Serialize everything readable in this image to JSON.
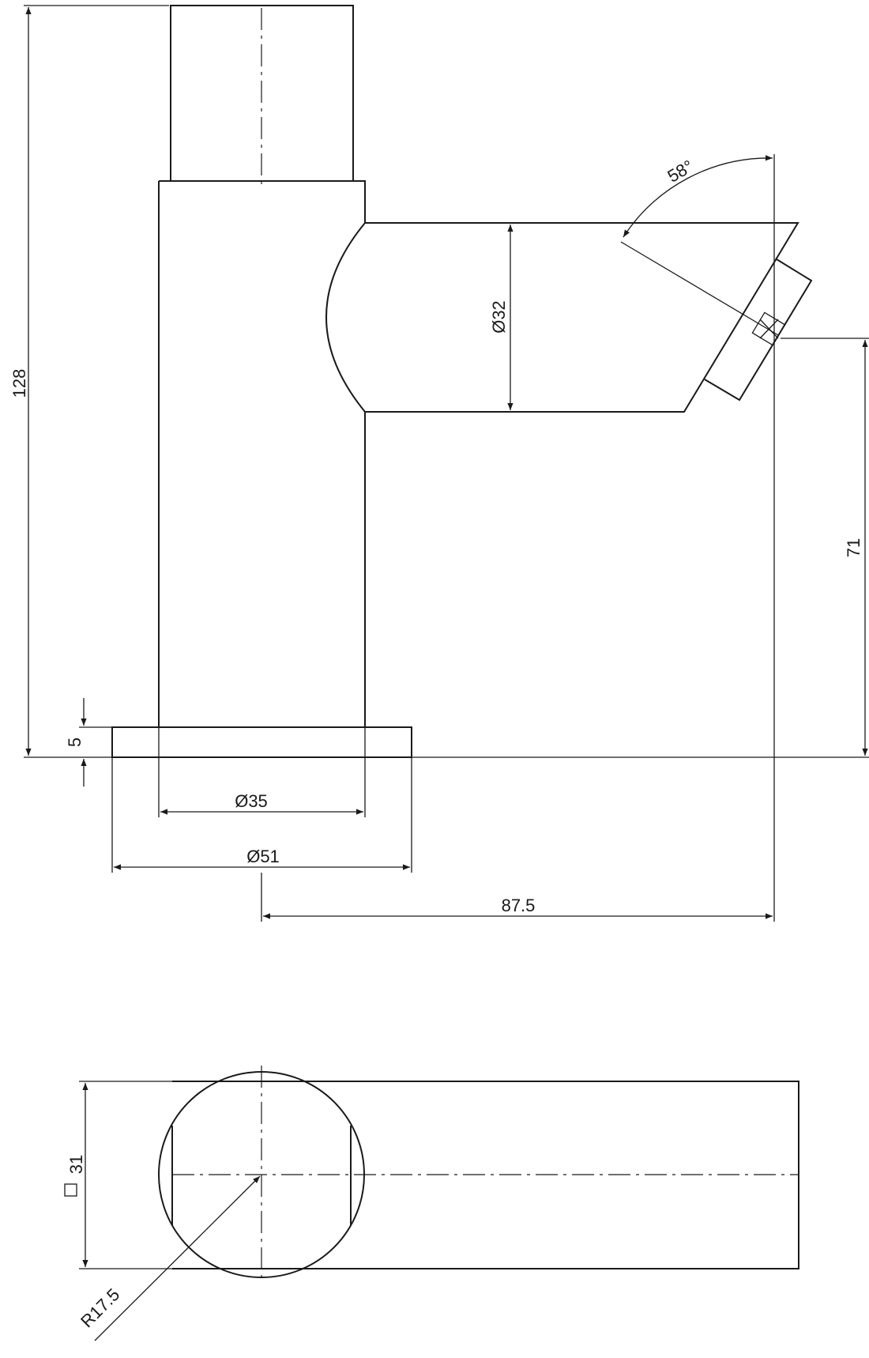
{
  "dimensions": {
    "overall_height": "128",
    "base_thickness": "5",
    "body_diameter": "Ø35",
    "base_diameter": "Ø51",
    "spout_projection": "87.5",
    "spout_diameter": "Ø32",
    "outlet_height": "71",
    "outlet_angle": "58°",
    "square_size": "31",
    "radius": "R17.5"
  }
}
